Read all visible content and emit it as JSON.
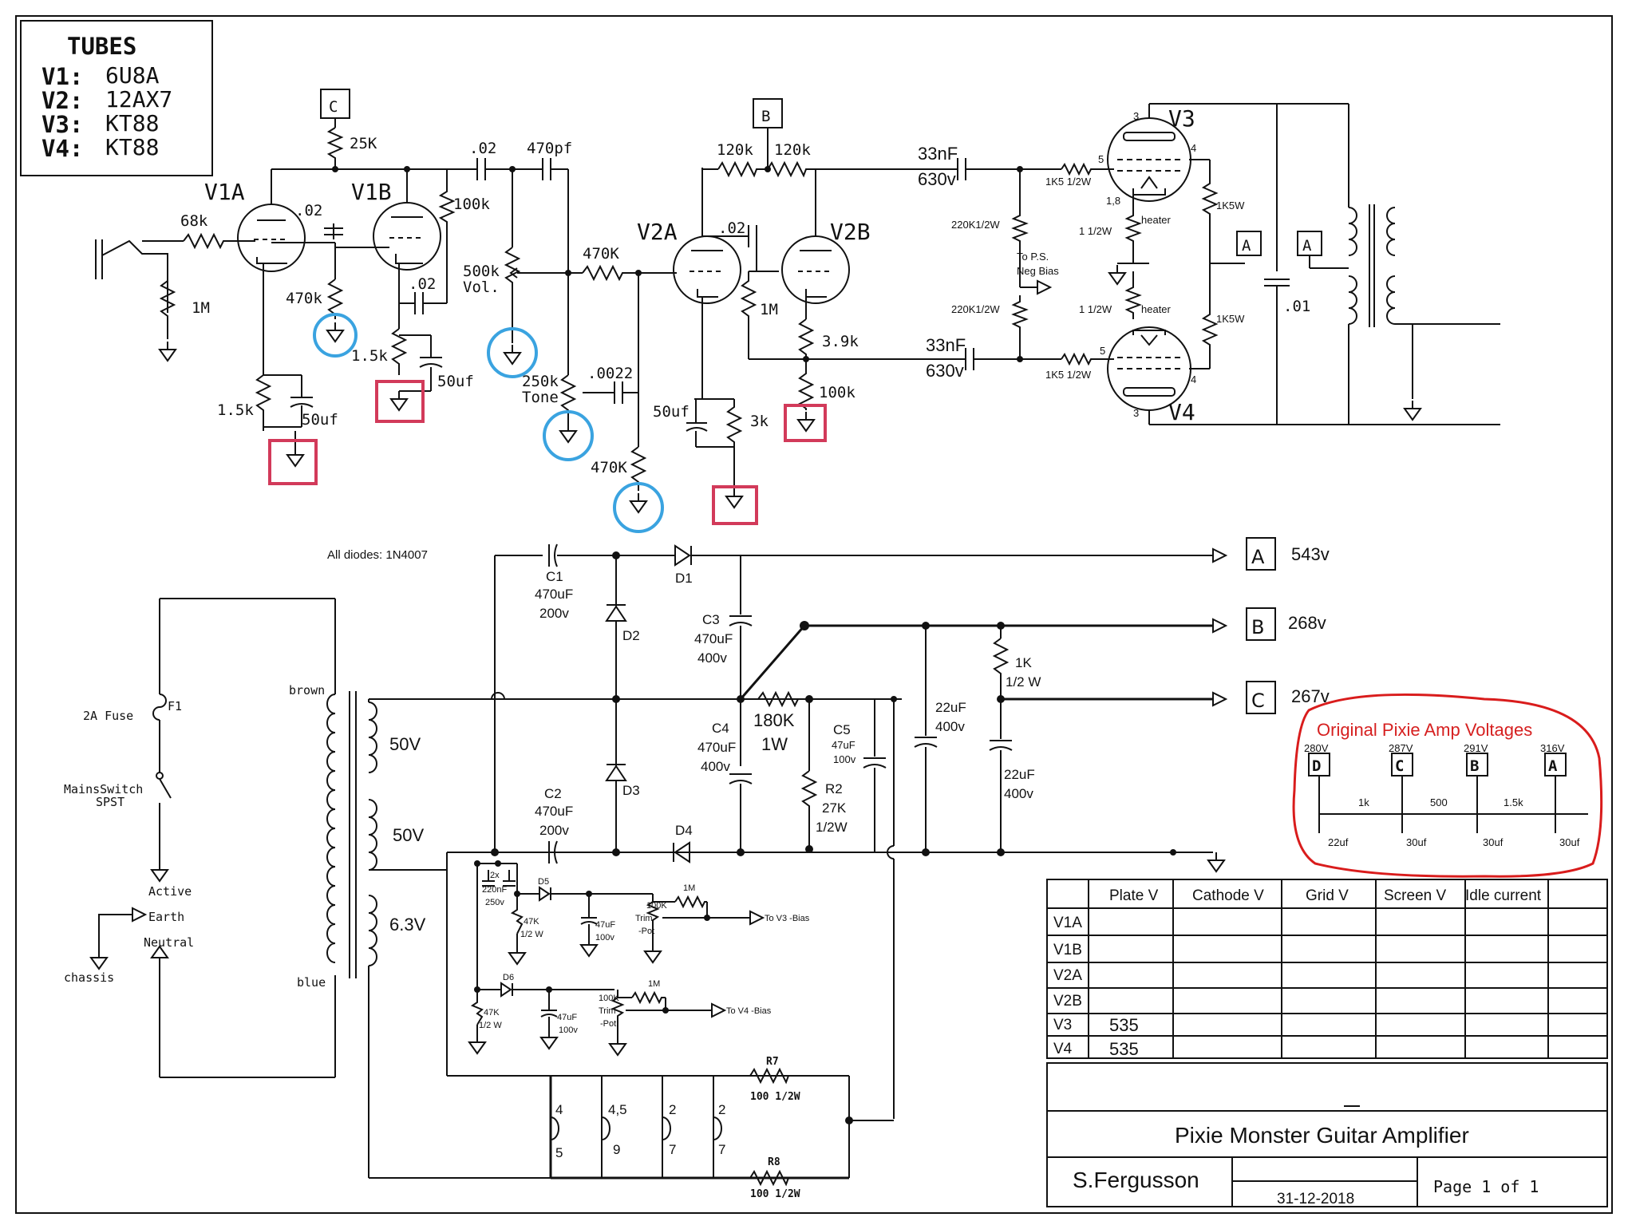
{
  "tubes": {
    "title": "TUBES",
    "rows": [
      {
        "id": "V1:",
        "type": "6U8A"
      },
      {
        "id": "V2:",
        "type": "12AX7"
      },
      {
        "id": "V3:",
        "type": "KT88"
      },
      {
        "id": "V4:",
        "type": "KT88"
      }
    ]
  },
  "preamp": {
    "tube_labels": {
      "v1a": "V1A",
      "v1b": "V1B",
      "v2a": "V2A",
      "v2b": "V2B"
    },
    "points": {
      "c": "C",
      "b": "B",
      "a": "A"
    },
    "values": {
      "r_25k": "25K",
      "c_02a": ".02",
      "c_470pf": "470pf",
      "r_68k": "68k",
      "c_02b": ".02",
      "r_100k": "100k",
      "r_1m_in": "1M",
      "r_470k_a": "470k",
      "c_02c": ".02",
      "r_1_5k_a": "1.5k",
      "c_50uf_a": "50uf",
      "r_1_5k_b": "1.5k",
      "c_50uf_b": "50uf",
      "pot_vol": "500k",
      "pot_vol_name": "Vol.",
      "r_470k_b": "470K",
      "pot_tone": "250k",
      "pot_tone_name": "Tone",
      "c_0022": ".0022",
      "r_470k_c": "470K",
      "r_120k_a": "120k",
      "r_120k_b": "120k",
      "c_02d": ".02",
      "r_1m_v2": "1M",
      "r_3_9k": "3.9k",
      "r_100k_v2": "100k",
      "c_50uf_c": "50uf",
      "r_3k": "3k"
    }
  },
  "power_amp": {
    "tube_labels": {
      "v3": "V3",
      "v4": "V4"
    },
    "pins": {
      "p3": "3",
      "p4": "4",
      "p5": "5",
      "p18": "1,8"
    },
    "values": {
      "cap_33nf": "33nF",
      "cap_630v": "630v",
      "r_1k5_half": "1K5 1/2W",
      "r_220k": "220K1/2W",
      "bias_label": "To P.S.",
      "bias_label2": "Neg Bias",
      "r_1_half": "1 1/2W",
      "heater": "heater",
      "r_1k5w": "1K5W",
      "c_01": ".01"
    }
  },
  "supply": {
    "diodes_note": "All diodes: 1N4007",
    "c1": {
      "name": "C1",
      "val": "470uF",
      "volt": "200v"
    },
    "c2": {
      "name": "C2",
      "val": "470uF",
      "volt": "200v"
    },
    "c3": {
      "name": "C3",
      "val": "470uF",
      "volt": "400v"
    },
    "c4": {
      "name": "C4",
      "val": "470uF",
      "volt": "400v"
    },
    "c5": {
      "name": "C5",
      "val": "47uF",
      "volt": "100v"
    },
    "d1": "D1",
    "d2": "D2",
    "d3": "D3",
    "d4": "D4",
    "d5": "D5",
    "d6": "D6",
    "r_180k": "180K",
    "r_180k_w": "1W",
    "r2": {
      "name": "R2",
      "val": "27K",
      "w": "1/2W"
    },
    "r_1k": {
      "val": "1K",
      "w": "1/2 W"
    },
    "c_22uf_a": {
      "val": "22uF",
      "volt": "400v"
    },
    "c_22uf_b": {
      "val": "22uF",
      "volt": "400v"
    },
    "rail_a": {
      "tag": "A",
      "volt": "543v"
    },
    "rail_b": {
      "tag": "B",
      "volt": "268v"
    },
    "rail_c": {
      "tag": "C",
      "volt": "267v"
    },
    "fuse": "2A Fuse",
    "fuse_id": "F1",
    "switch": "MainsSwitch",
    "switch2": "SPST",
    "active": "Active",
    "earth": "Earth",
    "neutral": "Neutral",
    "chassis": "chassis",
    "brown": "brown",
    "blue": "blue",
    "sec1": "50V",
    "sec2": "50V",
    "sec3": "6.3V",
    "bias": {
      "cap": "2x",
      "cap_val": "220nF",
      "cap_volt": "250v",
      "r47k": "47K",
      "r47k_w": "1/2 W",
      "c47": "47uF",
      "c47v": "100v",
      "trim": "100K",
      "trim2": "Trim",
      "trim3": "-Pot",
      "r1m": "1M",
      "to_v3": "To V3 -Bias",
      "to_v4": "To V4 -Bias"
    },
    "heater_nums": [
      "4",
      "5",
      "4,5",
      "9",
      "2",
      "7",
      "2",
      "7"
    ],
    "r7": {
      "name": "R7",
      "val": "100 1/2W"
    },
    "r8": {
      "name": "R8",
      "val": "100 1/2W"
    }
  },
  "original_voltages": {
    "title": "Original Pixie Amp Voltages",
    "nodes": [
      {
        "v": "280V",
        "tag": "D"
      },
      {
        "v": "287V",
        "tag": "C"
      },
      {
        "v": "291V",
        "tag": "B"
      },
      {
        "v": "316V",
        "tag": "A"
      }
    ],
    "resistors": [
      "1k",
      "500",
      "1.5k"
    ],
    "caps": [
      "22uf",
      "30uf",
      "30uf",
      "30uf"
    ]
  },
  "measure_table": {
    "headers": [
      "",
      "Plate V",
      "Cathode V",
      "Grid V",
      "Screen V",
      "Idle current",
      ""
    ],
    "rows": [
      [
        "V1A",
        "",
        "",
        "",
        "",
        "",
        ""
      ],
      [
        "V1B",
        "",
        "",
        "",
        "",
        "",
        ""
      ],
      [
        "V2A",
        "",
        "",
        "",
        "",
        "",
        ""
      ],
      [
        "V2B",
        "",
        "",
        "",
        "",
        "",
        ""
      ],
      [
        "V3",
        "535",
        "",
        "",
        "",
        "",
        ""
      ],
      [
        "V4",
        "535",
        "",
        "",
        "",
        "",
        ""
      ]
    ]
  },
  "title_block": {
    "title": "Pixie Monster Guitar Amplifier",
    "author": "S.Fergusson",
    "date": "31-12-2018",
    "page": "Page 1 of 1"
  }
}
